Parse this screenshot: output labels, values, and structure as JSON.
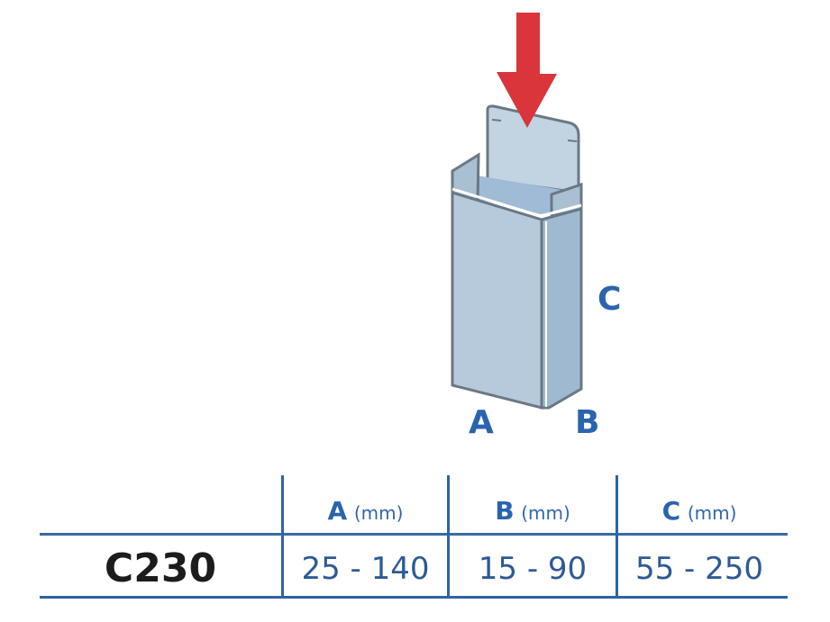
{
  "diagram": {
    "description": "Box with tuck flap and downward arrow indicating insertion",
    "arrow_color": "#d9353a",
    "box_color": "#b9ccdd",
    "outline_color": "#6a7885",
    "accent_color": "#2a64ad",
    "dimension_labels": {
      "a": "A",
      "b": "B",
      "c": "C"
    }
  },
  "table": {
    "columns": [
      {
        "letter": "A",
        "unit": "(mm)"
      },
      {
        "letter": "B",
        "unit": "(mm)"
      },
      {
        "letter": "C",
        "unit": "(mm)"
      }
    ],
    "rows": [
      {
        "model": "C230",
        "values": [
          "25 - 140",
          "15 - 90",
          "55 - 250"
        ]
      }
    ]
  }
}
